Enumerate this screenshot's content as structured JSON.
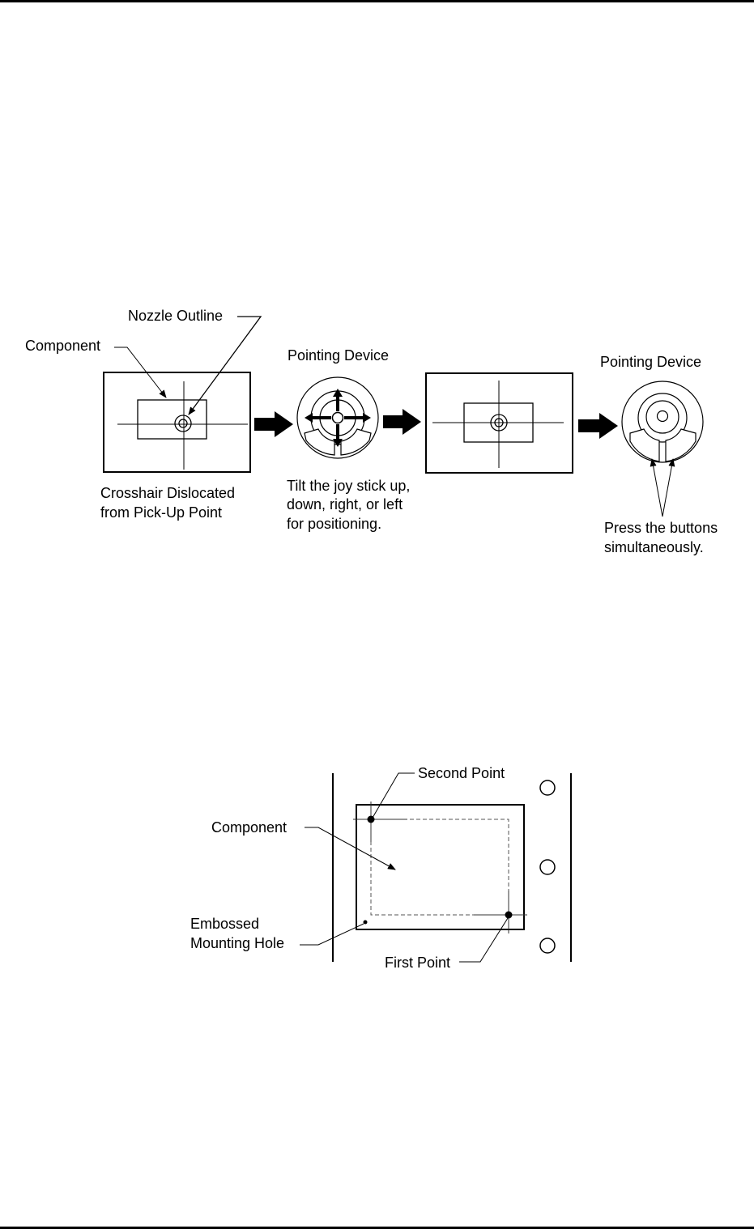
{
  "figure1": {
    "labels": {
      "nozzle_outline": "Nozzle Outline",
      "component": "Component",
      "pointing_device_1": "Pointing Device",
      "pointing_device_2": "Pointing Device",
      "crosshair_line1": "Crosshair Dislocated",
      "crosshair_line2": "from Pick-Up Point",
      "tilt_line1": "Tilt the joy stick up,",
      "tilt_line2": "down, right, or left",
      "tilt_line3": "for positioning.",
      "press_line1": "Press the buttons",
      "press_line2": "simultaneously."
    },
    "icons": [
      "joystick-device-icon",
      "flow-arrow-icon",
      "crosshair-icon",
      "nozzle-icon"
    ]
  },
  "figure2": {
    "labels": {
      "second_point": "Second Point",
      "component": "Component",
      "embossed_line1": "Embossed",
      "embossed_line2": "Mounting Hole",
      "first_point": "First Point"
    }
  }
}
